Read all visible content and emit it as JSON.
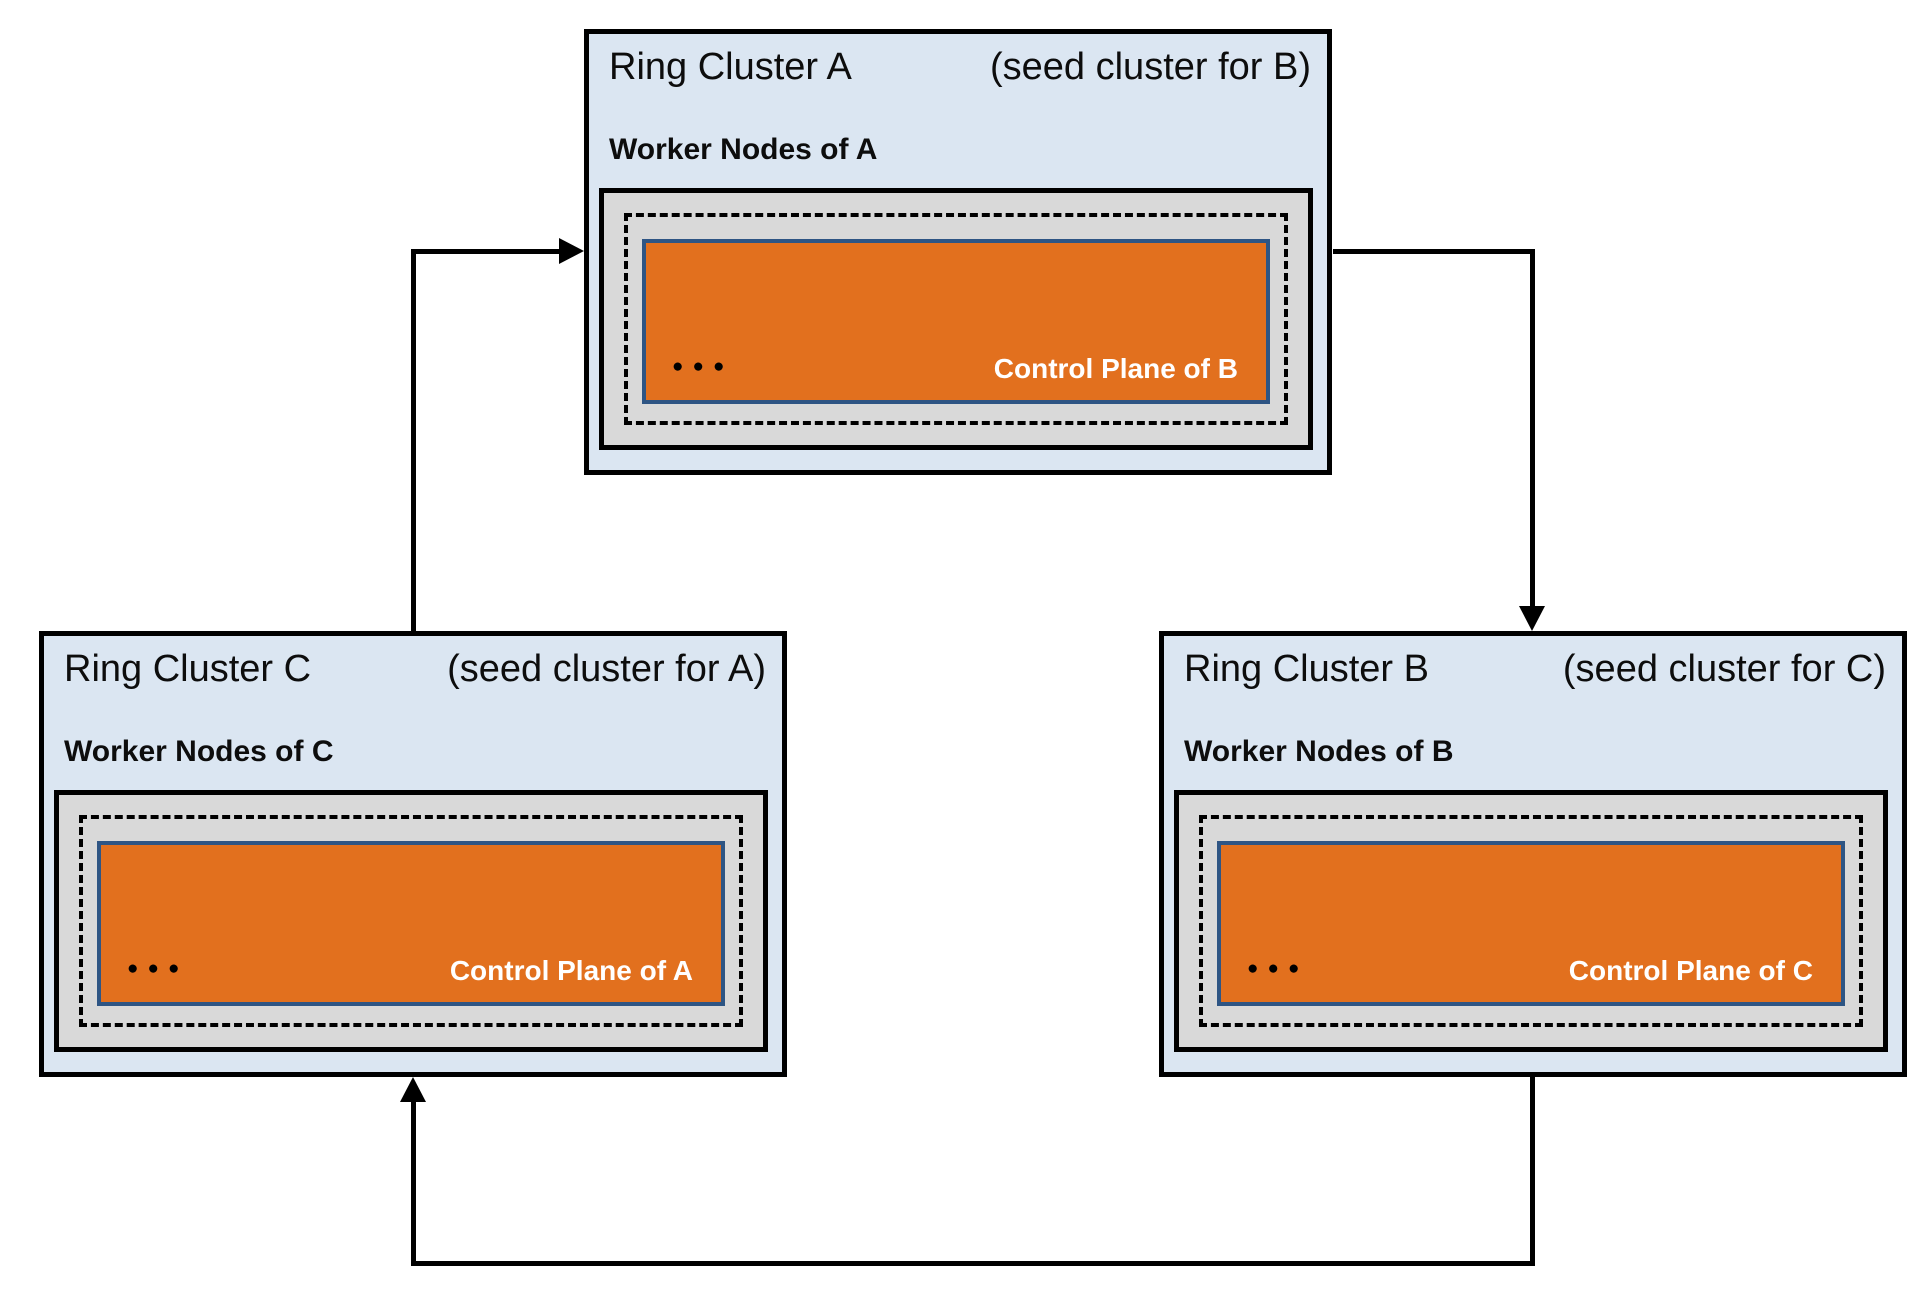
{
  "diagram_title": "",
  "colors": {
    "cluster_fill": "#dbe6f2",
    "cluster_border": "#000000",
    "worker_box_fill": "#d9d9d9",
    "control_plane_fill": "#e2701e",
    "control_plane_border": "#2e5584",
    "connector_line": "#000000",
    "control_plane_text": "#ffffff",
    "label_text": "#0d0d0d"
  },
  "clusters": [
    {
      "id": "A",
      "name": "Ring Cluster A",
      "seed_note": "(seed cluster for B)",
      "worker_label": "Worker Nodes of A",
      "control_plane_label": "Control Plane of B",
      "dots": "●●●"
    },
    {
      "id": "B",
      "name": "Ring Cluster B",
      "seed_note": "(seed cluster for C)",
      "worker_label": "Worker Nodes of B",
      "control_plane_label": "Control Plane of C",
      "dots": "●●●"
    },
    {
      "id": "C",
      "name": "Ring Cluster C",
      "seed_note": "(seed cluster for A)",
      "worker_label": "Worker Nodes of C",
      "control_plane_label": "Control Plane of A",
      "dots": "●●●"
    }
  ],
  "arrows": [
    {
      "from": "Ring Cluster C",
      "to": "Ring Cluster A"
    },
    {
      "from": "Ring Cluster A",
      "to": "Ring Cluster B"
    },
    {
      "from": "Ring Cluster B",
      "to": "Ring Cluster C"
    }
  ]
}
